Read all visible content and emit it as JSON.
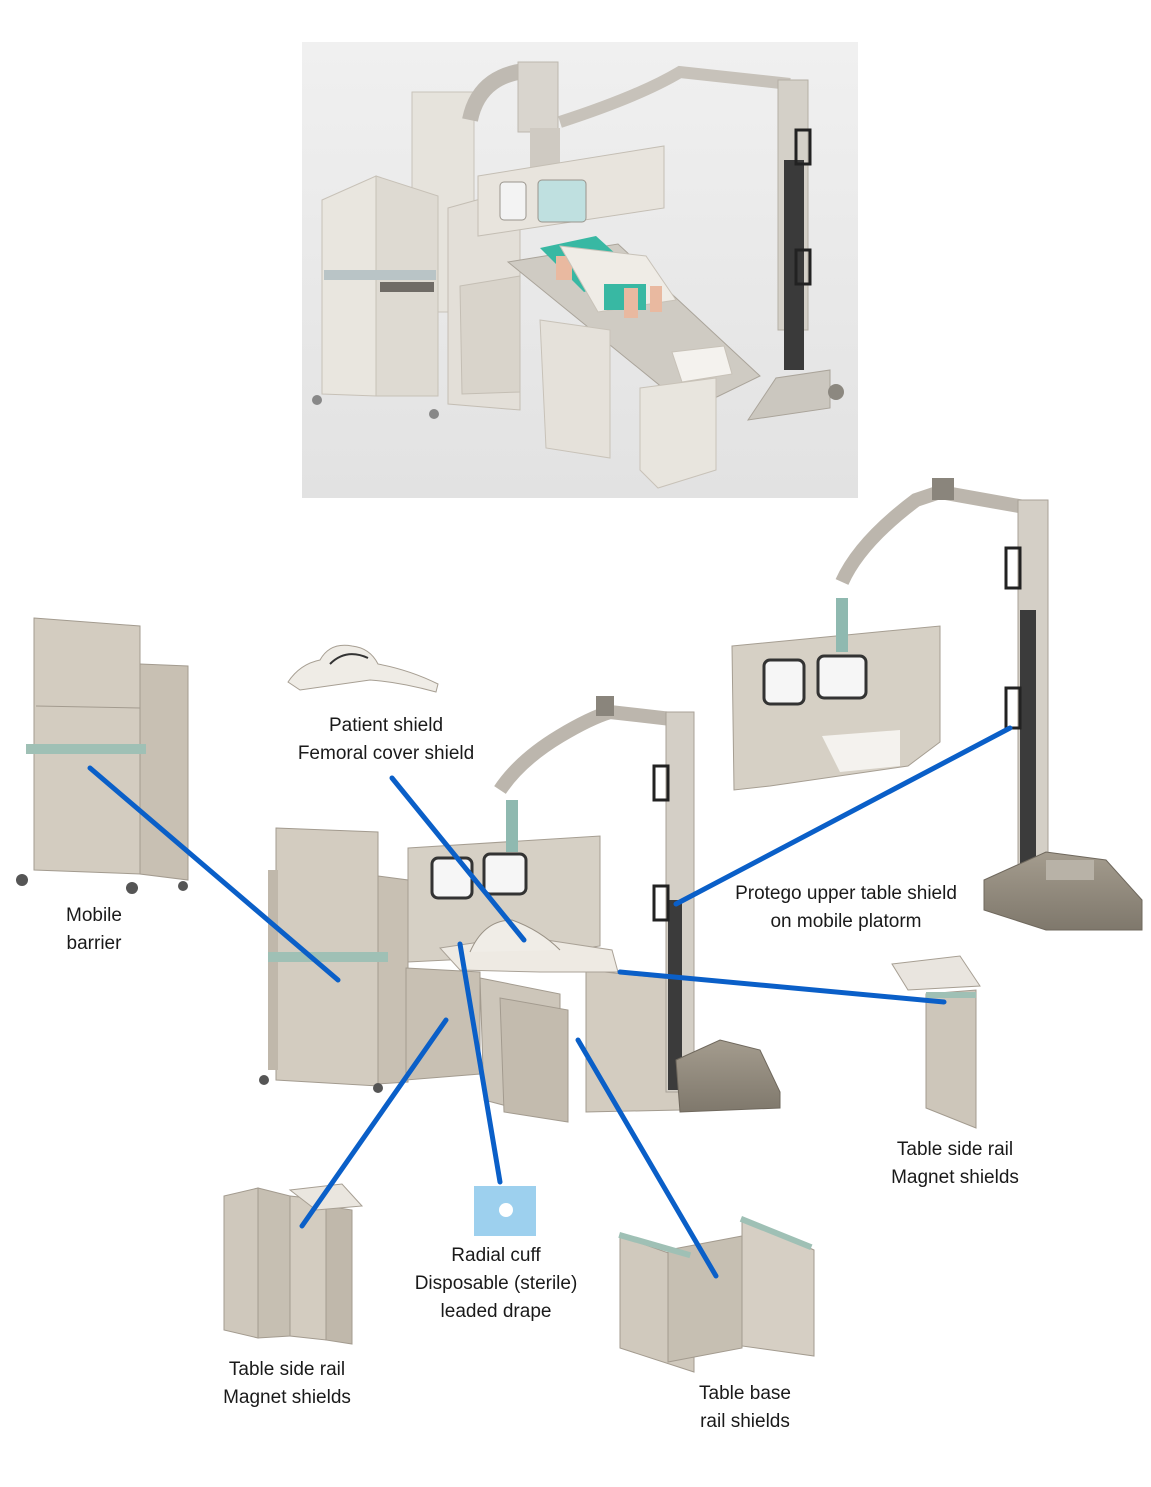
{
  "colors": {
    "leader": "#0a5fc8",
    "panel": "#d8d2c8",
    "panel_dark": "#b9b1a5",
    "panel_edge": "#a69e92",
    "frame": "#cfcac2",
    "accent_teal": "#7fb8ae",
    "patient_mint": "#38b8a3",
    "patient_skin": "#e9b9a0",
    "drape_blue": "#9dd0ee",
    "floor_gray": "#8d8679",
    "photo_bg": "#ececec"
  },
  "icons": {
    "overview_render": "overview-render-image",
    "exploded_assembly": "exploded-assembly-image"
  },
  "labels": {
    "patient_shield": {
      "line1": "Patient shield",
      "line2": "Femoral cover shield"
    },
    "mobile_barrier": {
      "line1": "Mobile",
      "line2": "barrier"
    },
    "upper_table_shield": {
      "line1": "Protego upper table shield",
      "line2": "on mobile platorm"
    },
    "side_rail_right": {
      "line1": "Table side rail",
      "line2": "Magnet shields"
    },
    "side_rail_left": {
      "line1": "Table side rail",
      "line2": "Magnet shields"
    },
    "radial_cuff": {
      "line1": "Radial cuff",
      "line2": "Disposable (sterile)",
      "line3": "leaded drape"
    },
    "base_rail": {
      "line1": "Table base",
      "line2": "rail shields"
    }
  }
}
